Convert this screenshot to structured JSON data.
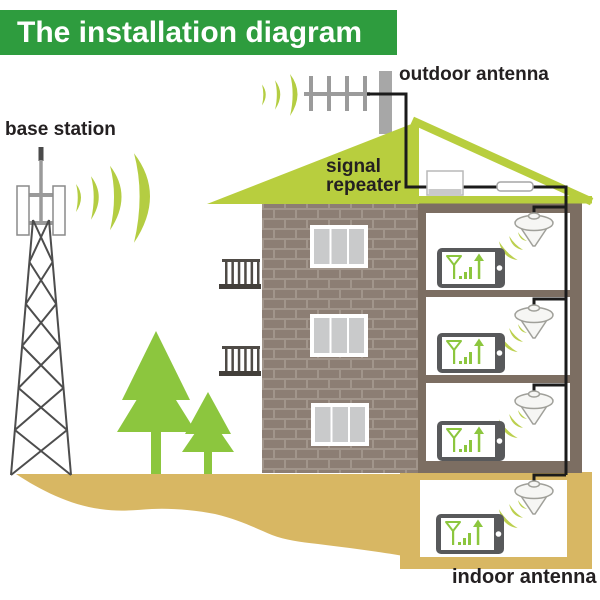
{
  "banner": {
    "title": "The installation diagram",
    "bg_color": "#2e9c3e",
    "text_color": "#ffffff"
  },
  "labels": {
    "base_station": "base station",
    "outdoor_antenna": "outdoor antenna",
    "signal_repeater": "signal repeater",
    "indoor_antenna": "indoor antenna"
  },
  "building": {
    "floor_count": 4,
    "ceiling_antennas": 4,
    "phones_shown": 4,
    "windows": 3,
    "balconies": 2
  },
  "palette": {
    "banner_green": "#2e9c3e",
    "roof_lime": "#b8ce3e",
    "tree_green": "#8cc63e",
    "brick": "#8c7e74",
    "mortar": "#a1958b",
    "wall_taupe": "#7c6e62",
    "ground_tan": "#d8b763",
    "cable_black": "#1b1b1b",
    "phone_body_gray": "#58595b",
    "metal_gray": "#9b9b9b",
    "window_pane_gray": "#c9cacb"
  }
}
